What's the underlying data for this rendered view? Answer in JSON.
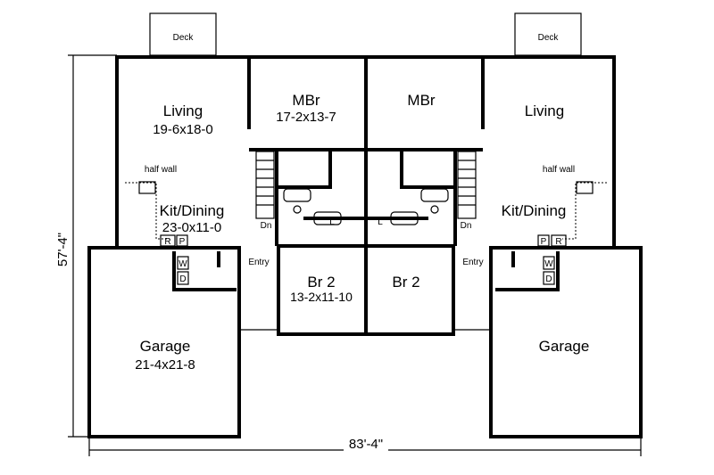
{
  "labels": {
    "deck": "Deck",
    "living": "Living",
    "living_size": "19-6x18-0",
    "mbr": "MBr",
    "mbr_size": "17-2x13-7",
    "half_wall": "half wall",
    "kit_dining": "Kit/Dining",
    "kit_size": "23-0x11-0",
    "dn": "Dn",
    "entry": "Entry",
    "br2": "Br 2",
    "br2_size": "13-2x11-10",
    "garage": "Garage",
    "garage_size": "21-4x21-8",
    "l": "L",
    "r": "R",
    "p": "P",
    "w": "W",
    "d": "D"
  },
  "dimensions": {
    "depth": "57'-4\"",
    "width": "83'-4\""
  }
}
